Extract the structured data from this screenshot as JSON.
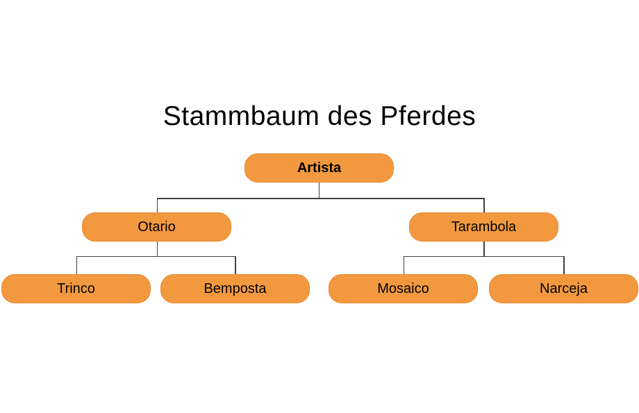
{
  "title": "Stammbaum des Pferdes",
  "tree": {
    "root": {
      "label": "Artista"
    },
    "level2": [
      {
        "label": "Otario"
      },
      {
        "label": "Tarambola"
      }
    ],
    "level3": [
      {
        "label": "Trinco"
      },
      {
        "label": "Bemposta"
      },
      {
        "label": "Mosaico"
      },
      {
        "label": "Narceja"
      }
    ]
  },
  "colors": {
    "background": "#FFFFFF",
    "node_fill": "#F2993F",
    "node_border": "#E8882F",
    "connector": "#404040",
    "text": "#000000"
  }
}
